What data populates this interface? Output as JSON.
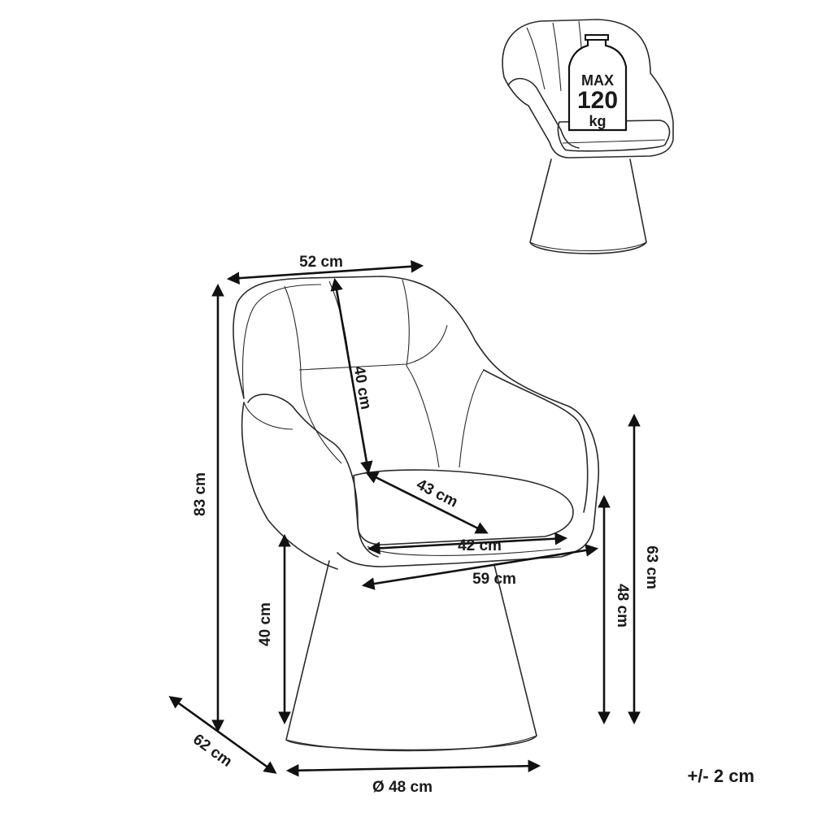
{
  "dimensions": {
    "back_width": "52 cm",
    "backrest_height": "40 cm",
    "seat_depth": "43 cm",
    "seat_width": "42 cm",
    "total_width": "59 cm",
    "total_height": "83 cm",
    "seat_height": "40 cm",
    "armrest_height": "48 cm",
    "arm_top_height": "63 cm",
    "depth": "62 cm",
    "base_diameter": "Ø 48 cm"
  },
  "max_load": {
    "line1": "MAX",
    "line2": "120",
    "line3": "kg"
  },
  "tolerance": "+/- 2 cm",
  "colors": {
    "line": "#111111",
    "background": "#ffffff"
  }
}
